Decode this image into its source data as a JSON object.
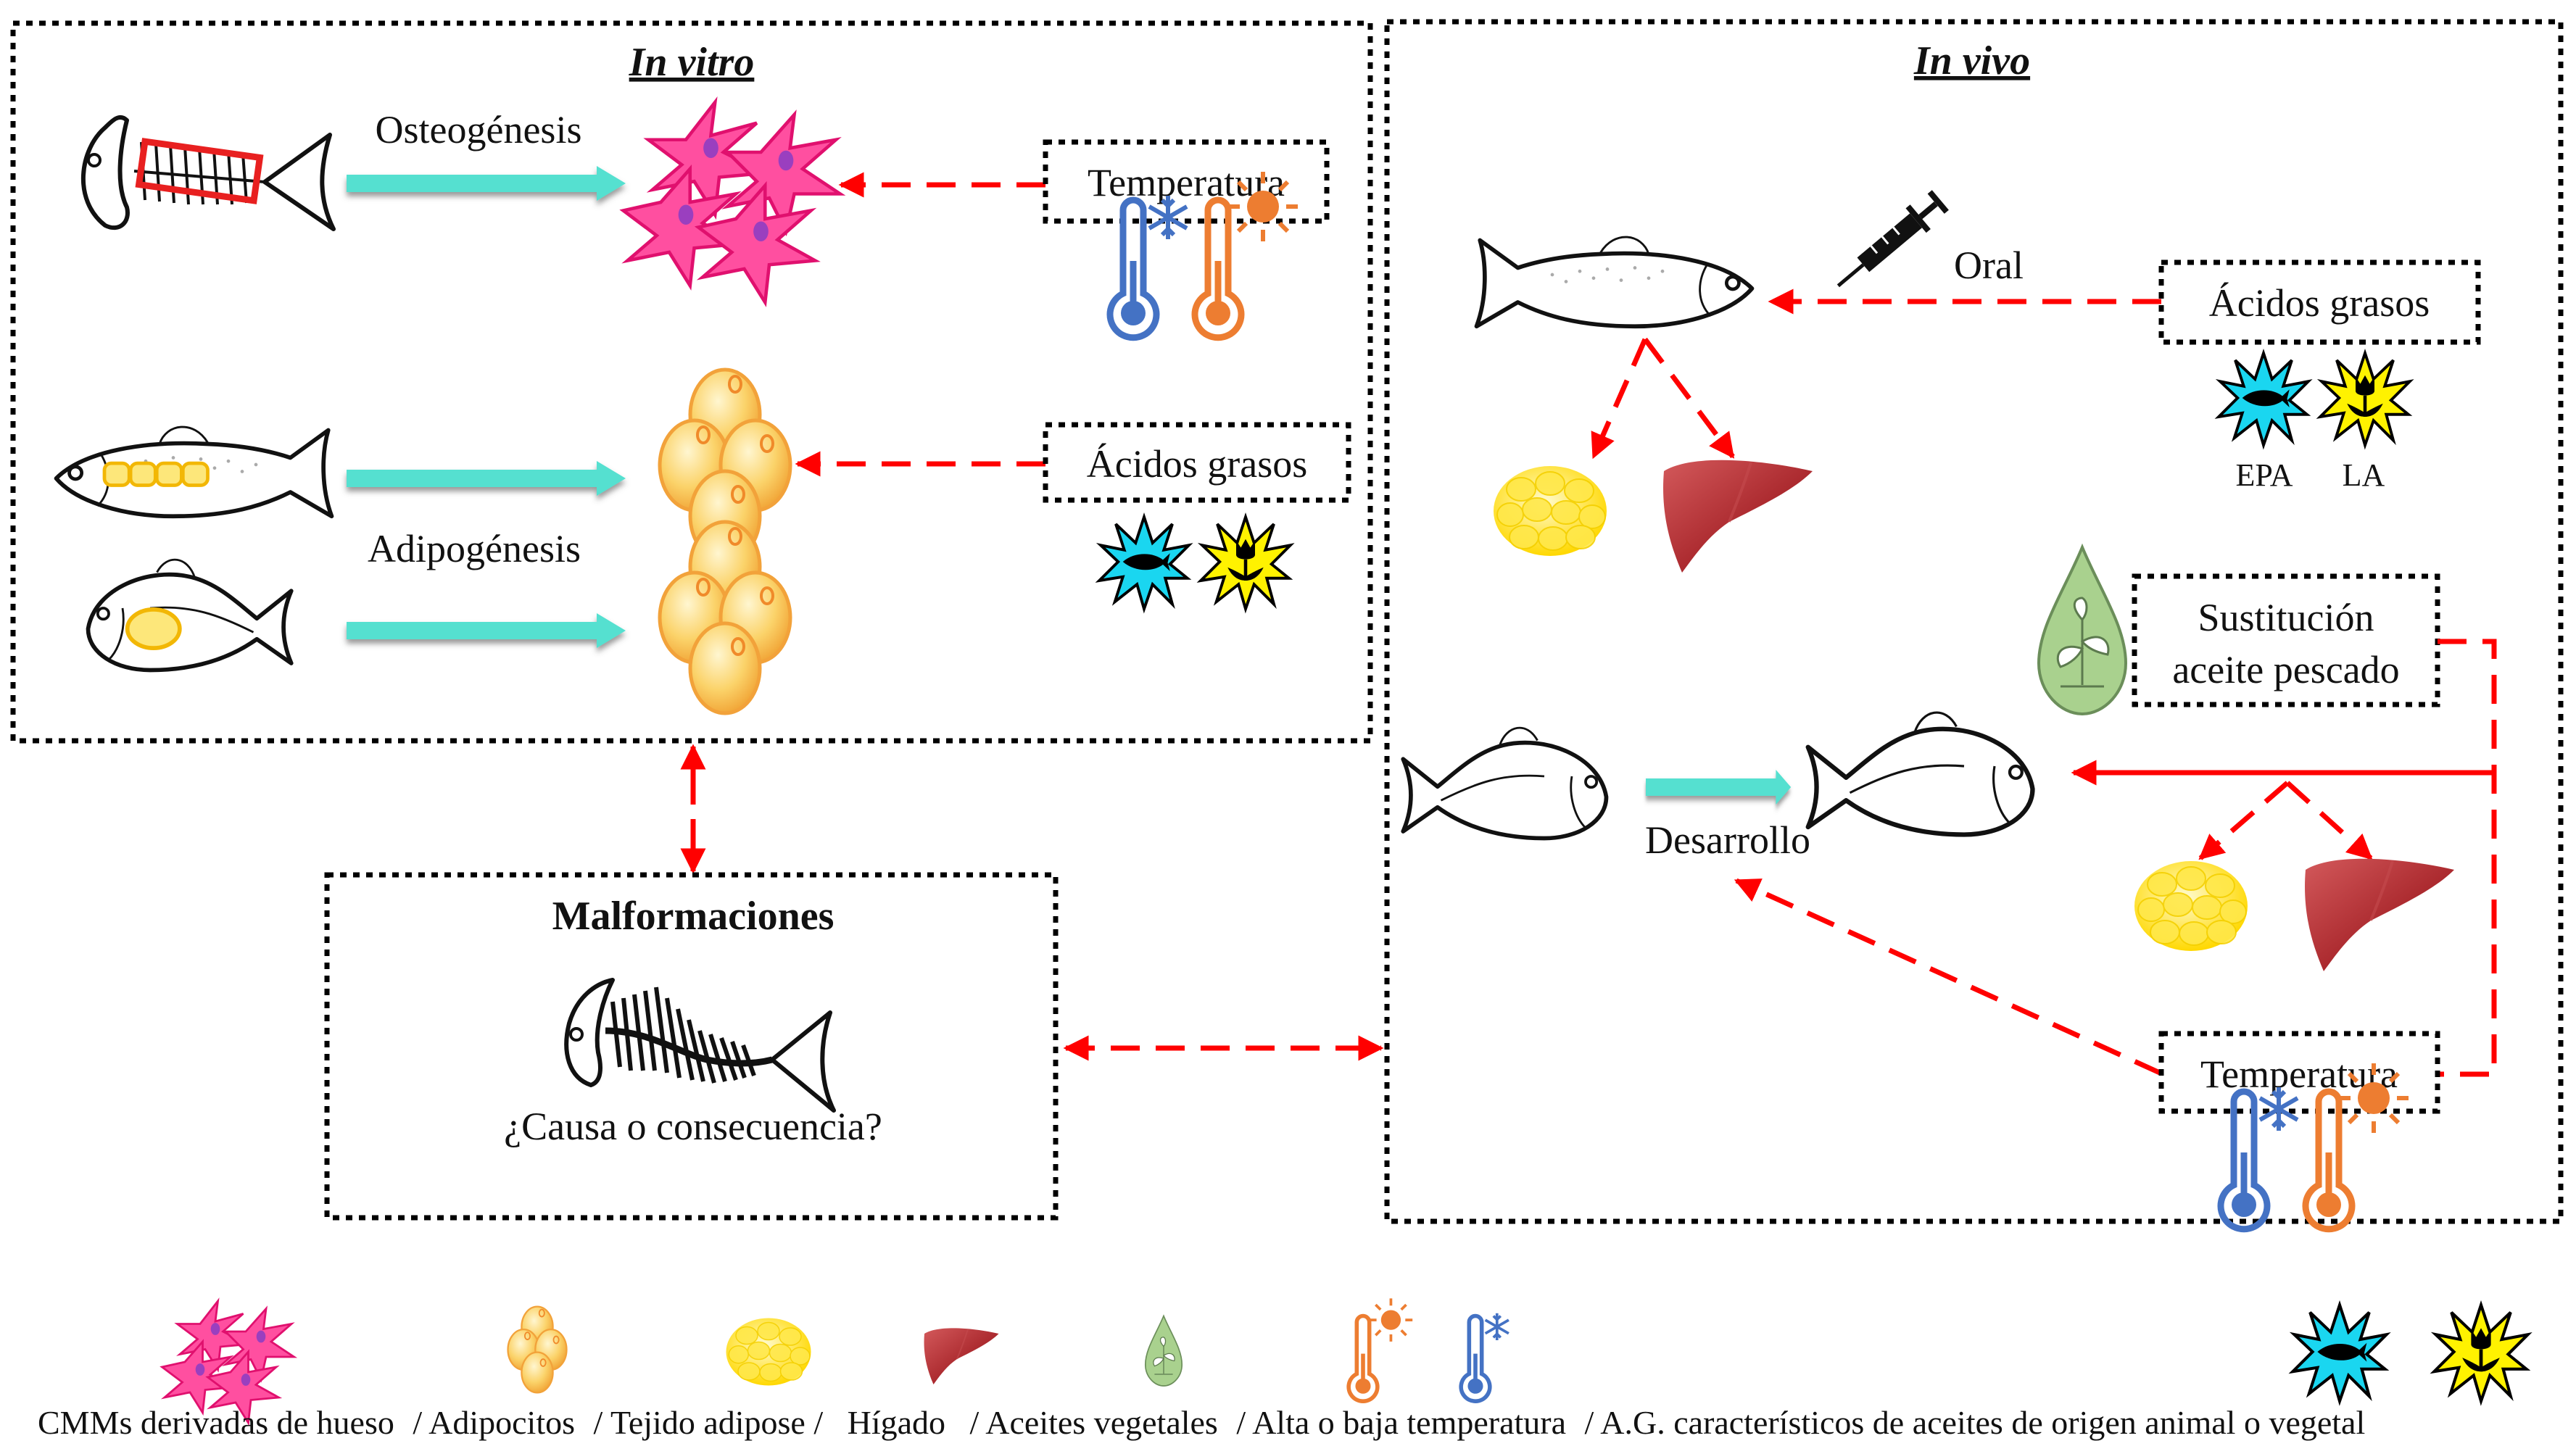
{
  "colors": {
    "arrow_red": "#ff0000",
    "process_arrow_teal": "#55e0d0",
    "cold_blue": "#4472c4",
    "hot_orange": "#ed7d31",
    "cell_pink": "#ff2d8c",
    "adipocyte_orange": "#f7b84a",
    "adipose_yellow": "#ffe03a",
    "liver_red": "#a8262b",
    "plant_green": "#a9d18e",
    "starburst_cyan": "#1ad6f0",
    "starburst_yellow": "#fff200"
  },
  "in_vitro": {
    "title": "In vitro",
    "osteogenesis_label": "Osteogénesis",
    "adipogenesis_label": "Adipogénesis",
    "temperature_box": "Temperatura",
    "fatty_acids_box": "Ácidos  grasos"
  },
  "in_vivo": {
    "title": "In vivo",
    "route_label": "Oral",
    "fatty_acids_box": "Ácidos  grasos",
    "fatty_acid_labels": [
      "EPA",
      "LA"
    ],
    "substitution_box_line1": "Sustitución",
    "substitution_box_line2": "aceite  pescado",
    "development_label": "Desarrollo",
    "temperature_box": "Temperatura"
  },
  "malformations": {
    "title": "Malformaciones",
    "question": "¿Causa  o consecuencia?"
  },
  "legend": {
    "items": [
      {
        "icon": "bone-derived-msc-cells-icon",
        "label": "CMMs  derivadas de hueso"
      },
      {
        "icon": "adipocytes-icon",
        "label": "/ Adipocitos"
      },
      {
        "icon": "adipose-tissue-icon",
        "label": "/ Tejido adipose /"
      },
      {
        "icon": "liver-icon",
        "label": "Hígado"
      },
      {
        "icon": "vegetable-oil-drop-icon",
        "label": "/ Aceites  vegetales"
      },
      {
        "icon": "thermometer-hot-cold-icon",
        "label": "/ Alta o baja temperatura"
      },
      {
        "icon": "fatty-acid-starburst-icon",
        "label": "/ A.G. característicos de aceites de origen animal o vegetal"
      }
    ]
  }
}
